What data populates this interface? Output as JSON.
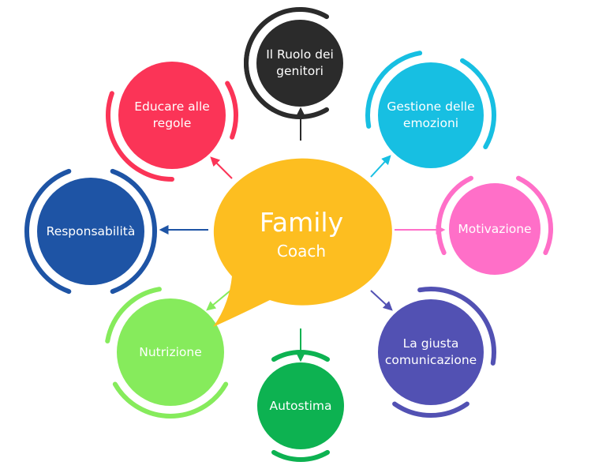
{
  "hub": {
    "title": "Family",
    "subtitle": "Coach",
    "color": "#FDBE20"
  },
  "nodes": [
    {
      "id": "ruolo",
      "label": "Il Ruolo dei\ngenitori",
      "color": "#2B2B2B"
    },
    {
      "id": "emozioni",
      "label": "Gestione delle\nemozioni",
      "color": "#17BFE2"
    },
    {
      "id": "motivazione",
      "label": "Motivazione",
      "color": "#FF6FC8"
    },
    {
      "id": "comunicazione",
      "label": "La giusta\ncomunicazione",
      "color": "#5251B3"
    },
    {
      "id": "autostima",
      "label": "Autostima",
      "color": "#0DB251"
    },
    {
      "id": "nutrizione",
      "label": "Nutrizione",
      "color": "#86EB5C"
    },
    {
      "id": "responsabilita",
      "label": "Responsabilità",
      "color": "#1E54A5"
    },
    {
      "id": "regole",
      "label": "Educare alle\nregole",
      "color": "#FB3457"
    }
  ]
}
